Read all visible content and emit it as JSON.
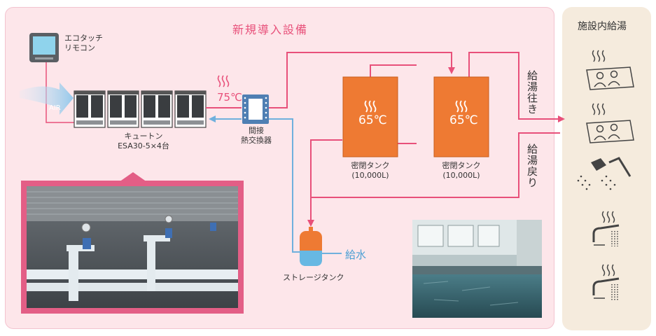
{
  "section_title": "新規導入設備",
  "facility_title": "施設内給湯",
  "remote": {
    "label_line1": "エコタッチ",
    "label_line2": "リモコン"
  },
  "air_label": "AIR",
  "temp_supply": "75℃",
  "heat_exchanger": {
    "line1": "間接",
    "line2": "熱交換器"
  },
  "heat_pump": {
    "line1": "キュートン",
    "line2": "ESA30-5×4台"
  },
  "tank_left": {
    "temp": "65℃",
    "line1": "密閉タンク",
    "line2": "(10,000L)"
  },
  "tank_right": {
    "temp": "65℃",
    "line1": "密閉タンク",
    "line2": "(10,000L)"
  },
  "storage_tank_label": "ストレージタンク",
  "water_supply_label": "給水",
  "supply_go_label": "給湯往き",
  "supply_return_label": "給湯戻り",
  "facility_icons": [
    "bath-icon",
    "bath-icon",
    "shower-icon",
    "faucet-icon",
    "faucet-icon"
  ],
  "colors": {
    "pipe_hot": "#e8507a",
    "pipe_cold": "#6fb0dd",
    "tank": "#ee7a33",
    "panel": "#fde6ea",
    "facility_panel": "#f5ebdd",
    "photo_frame": "#e35e86"
  }
}
